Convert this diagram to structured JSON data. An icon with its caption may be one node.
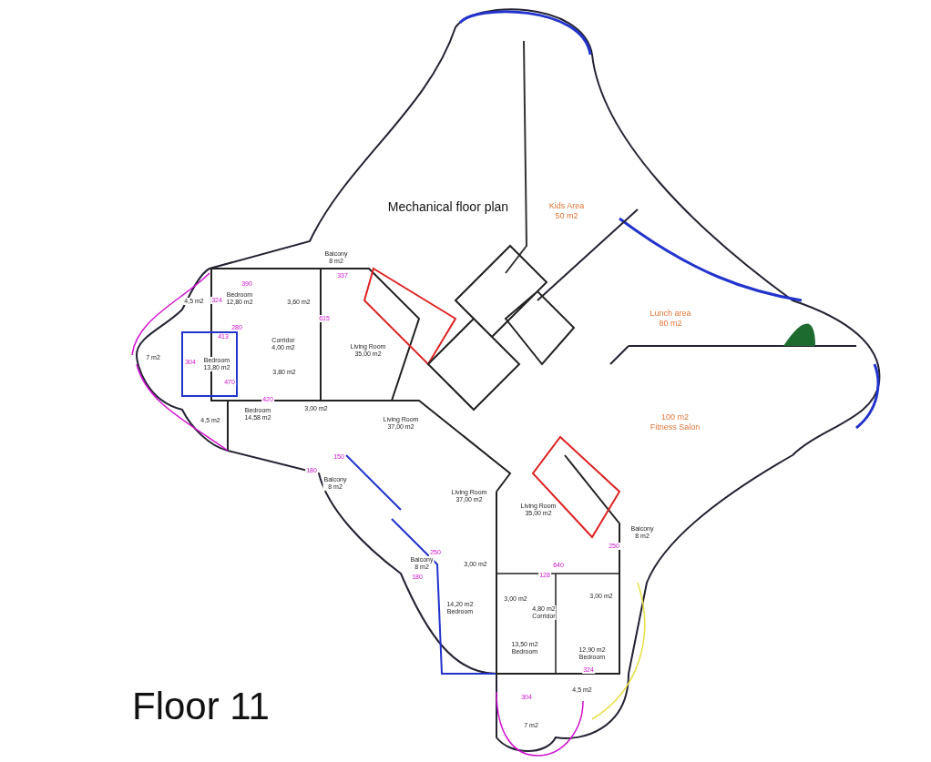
{
  "diagram": {
    "title": "Floor 11",
    "nodes": [
      {
        "text": [
          "Mechanical floor plan"
        ]
      },
      {
        "text": [
          "Kids Area",
          "50 m2"
        ]
      },
      {
        "text": [
          "Lunch area",
          "80 m2"
        ]
      },
      {
        "text": [
          "100 m2",
          "Fitness Salon"
        ]
      },
      {
        "text": [
          "Balcony",
          "8 m2"
        ]
      },
      {
        "text": [
          "4,5 m2"
        ]
      },
      {
        "text": [
          "Bedroom",
          "12,80 m2"
        ]
      },
      {
        "text": [
          "3,60 m2"
        ]
      },
      {
        "text": [
          "Corridor",
          "4,00 m2"
        ]
      },
      {
        "text": [
          "Living Room",
          "35,00 m2"
        ]
      },
      {
        "text": [
          "7 m2"
        ]
      },
      {
        "text": [
          "Bedroom",
          "13,80 m2"
        ]
      },
      {
        "text": [
          "3,80 m2"
        ]
      },
      {
        "text": [
          "3,00 m2"
        ]
      },
      {
        "text": [
          "4,5 m2"
        ]
      },
      {
        "text": [
          "Bedroom",
          "14,58 m2"
        ]
      },
      {
        "text": [
          "Living Room",
          "37,00 m2"
        ]
      },
      {
        "text": [
          "Balcony",
          "8 m2"
        ]
      },
      {
        "text": [
          "Living Room",
          "37,00 m2"
        ]
      },
      {
        "text": [
          "Living Room",
          "35,00 m2"
        ]
      },
      {
        "text": [
          "Balcony",
          "8 m2"
        ]
      },
      {
        "text": [
          "Balcony",
          "8 m2"
        ]
      },
      {
        "text": [
          "3,00 m2"
        ]
      },
      {
        "text": [
          "3,00 m2"
        ]
      },
      {
        "text": [
          "3,00 m2"
        ]
      },
      {
        "text": [
          "4,80 m2",
          "Corridor"
        ]
      },
      {
        "text": [
          "14,20 m2",
          "Bedroom"
        ]
      },
      {
        "text": [
          "13,50 m2",
          "Bedroom"
        ]
      },
      {
        "text": [
          "12,90 m2",
          "Bedroom"
        ]
      },
      {
        "text": [
          "4,5 m2"
        ]
      },
      {
        "text": [
          "7 m2"
        ]
      }
    ],
    "labels": [
      "337",
      "390",
      "324",
      "280",
      "413",
      "304",
      "615",
      "470",
      "420",
      "150",
      "180",
      "180",
      "250",
      "640",
      "128",
      "250",
      "324",
      "304"
    ]
  }
}
